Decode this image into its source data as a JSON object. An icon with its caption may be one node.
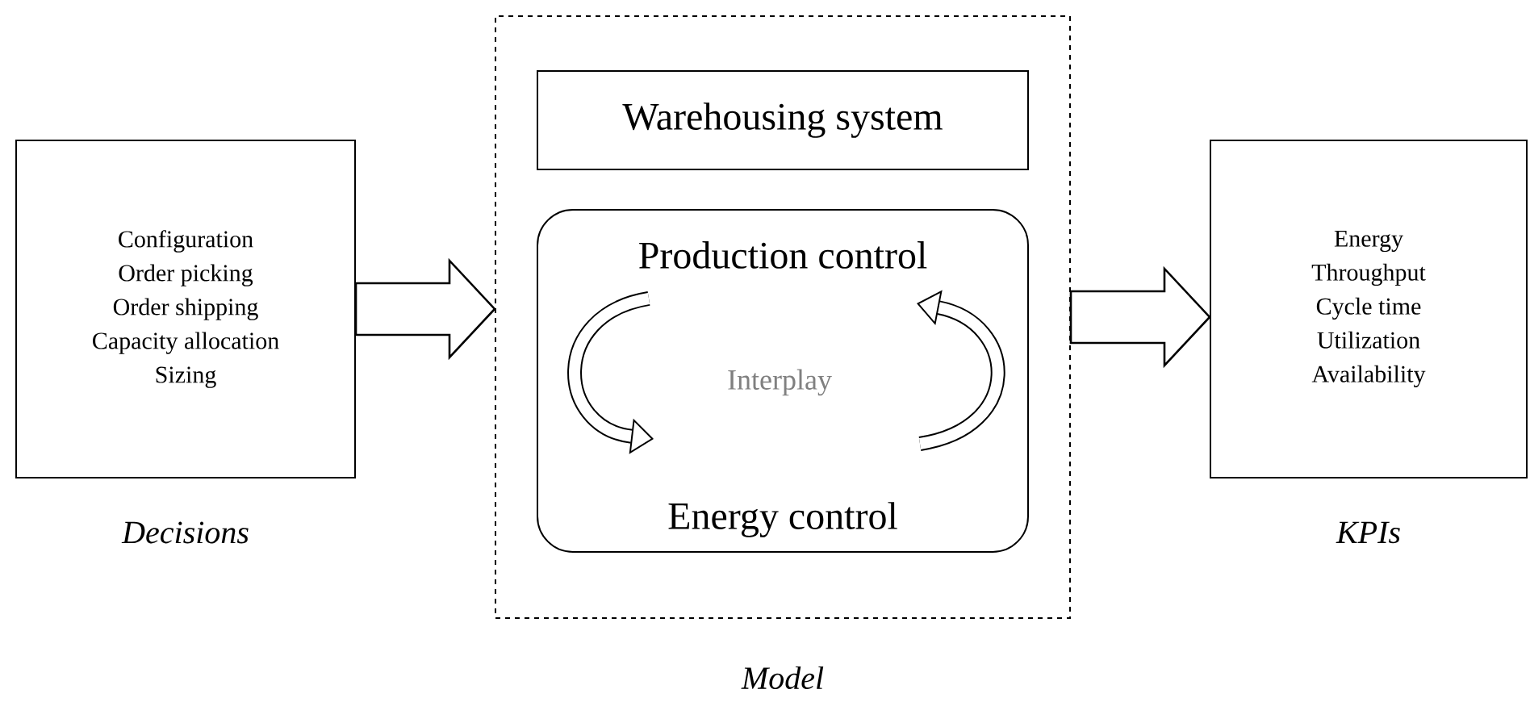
{
  "diagram": {
    "nodes": [
      {
        "text": [
          "Configuration",
          "Order picking",
          "Order shipping",
          "Capacity allocation",
          "Sizing"
        ],
        "beside": [
          "Decisions"
        ]
      },
      {
        "text": [],
        "shape": "box",
        "beside": [
          "Model"
        ]
      },
      {
        "text": [
          "Warehousing system"
        ],
        "in": 1
      },
      {
        "text": [
          "Production control",
          "Interplay",
          "Energy control"
        ],
        "in": 1
      },
      {
        "text": [
          "Energy",
          "Throughput",
          "Cycle time",
          "Utilization",
          "Availability"
        ],
        "beside": [
          "KPIs"
        ]
      }
    ],
    "edges": [
      {
        "from": 0,
        "to": 1,
        "arrow": "to",
        "style": "thick"
      },
      {
        "from": 1,
        "to": 4,
        "arrow": "to",
        "style": "thick"
      }
    ]
  }
}
